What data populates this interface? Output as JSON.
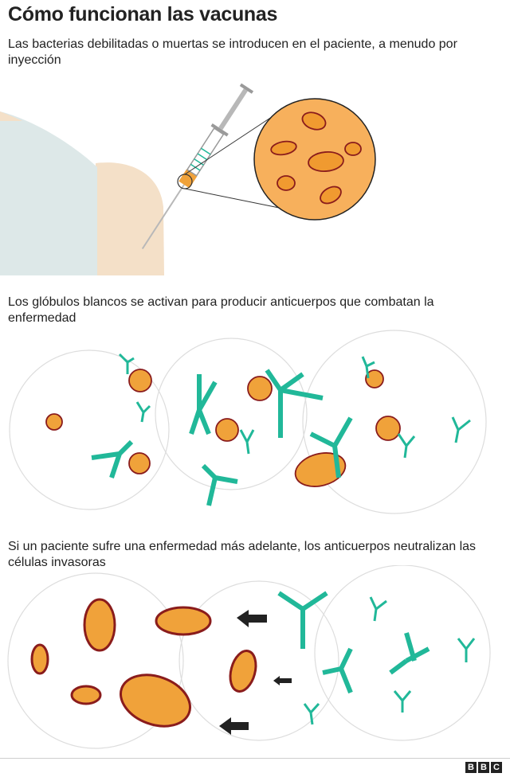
{
  "title": "Cómo funcionan las vacunas",
  "steps": [
    {
      "caption": "Las bacterias debilitadas o muertas se introducen en el paciente, a menudo por inyección"
    },
    {
      "caption": "Los glóbulos blancos se activan para producir anticuerpos que combatan la enfermedad"
    },
    {
      "caption": "Si un paciente sufre una enfermedad más adelante, los anticuerpos neutralizan las células invasoras"
    }
  ],
  "logo": {
    "letters": [
      "B",
      "B",
      "C"
    ]
  },
  "colors": {
    "antibody": "#21b899",
    "bacteria_body": "#f0a23a",
    "bacteria_outline": "#8a1c1c",
    "magnifier": "#f7b05c",
    "skin": "#f4e0c8",
    "sleeve": "#dde8e8",
    "cell_outline": "#dddddd"
  }
}
